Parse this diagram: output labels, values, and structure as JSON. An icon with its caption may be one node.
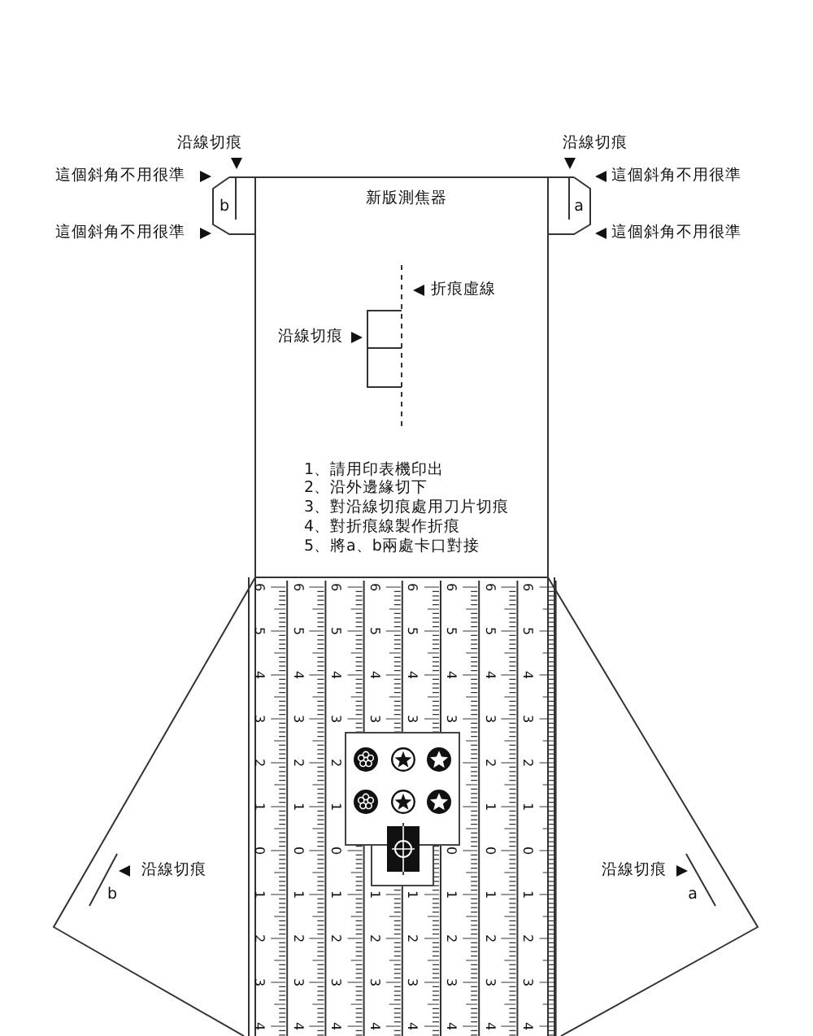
{
  "diagram": {
    "labels": [
      "沿線切痕",
      "沿線切痕",
      "這個斜角不用很準",
      "這個斜角不用很準",
      "b",
      "新版測焦器",
      "a",
      "這個斜角不用很準",
      "這個斜角不用很準",
      "折痕虛線",
      "沿線切痕",
      "1、請用印表機印出",
      "2、沿外邊緣切下",
      "3、對沿線切痕處用刀片切痕",
      "4、對折痕線製作折痕",
      "5、將a、b兩處卡口對接",
      "沿線切痕",
      "沿線切痕",
      "b",
      "a",
      "6",
      "6",
      "6",
      "6",
      "6",
      "6",
      "6",
      "6",
      "5",
      "5",
      "5",
      "5",
      "5",
      "5",
      "5",
      "5",
      "4",
      "4",
      "4",
      "4",
      "4",
      "4",
      "4",
      "4",
      "3",
      "3",
      "3",
      "3",
      "3",
      "3",
      "3",
      "3",
      "2",
      "2",
      "2",
      "2",
      "2",
      "1",
      "1",
      "1",
      "1",
      "1",
      "0",
      "0",
      "0",
      "0",
      "0",
      "0",
      "1",
      "1",
      "1",
      "1",
      "1",
      "1",
      "1",
      "1",
      "2",
      "2",
      "2",
      "2",
      "2",
      "2",
      "2",
      "2",
      "3",
      "3",
      "3",
      "3",
      "3",
      "3",
      "3",
      "3",
      "4",
      "4",
      "4",
      "4",
      "4",
      "4",
      "4",
      "4"
    ]
  }
}
